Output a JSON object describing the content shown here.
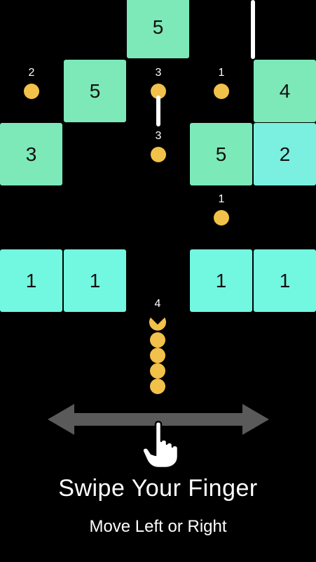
{
  "colors": {
    "background": "#000000",
    "pellet": "#f2c14a",
    "block_green": "#7de8b8",
    "block_cyan": "#7cf0e0",
    "block_teal": "#72f7e0",
    "text": "#ffffff",
    "arrow": "#5a5a5a"
  },
  "blocks": {
    "top_middle": "5",
    "row1_left": "5",
    "row1_right": "4",
    "row2_left": "3",
    "row2_mid_right": "5",
    "row2_right": "2",
    "row3_a": "1",
    "row3_b": "1",
    "row3_c": "1",
    "row3_d": "1"
  },
  "pellets": {
    "p1": "2",
    "p2": "3",
    "p3": "1",
    "p4": "3",
    "p5": "1"
  },
  "snake": {
    "length": "4",
    "head_icon": "snake-head-icon"
  },
  "tutorial": {
    "title": "Swipe Your Finger",
    "subtitle": "Move Left or Right",
    "arrow_icon": "double-arrow-icon",
    "hand_icon": "pointing-hand-icon"
  }
}
